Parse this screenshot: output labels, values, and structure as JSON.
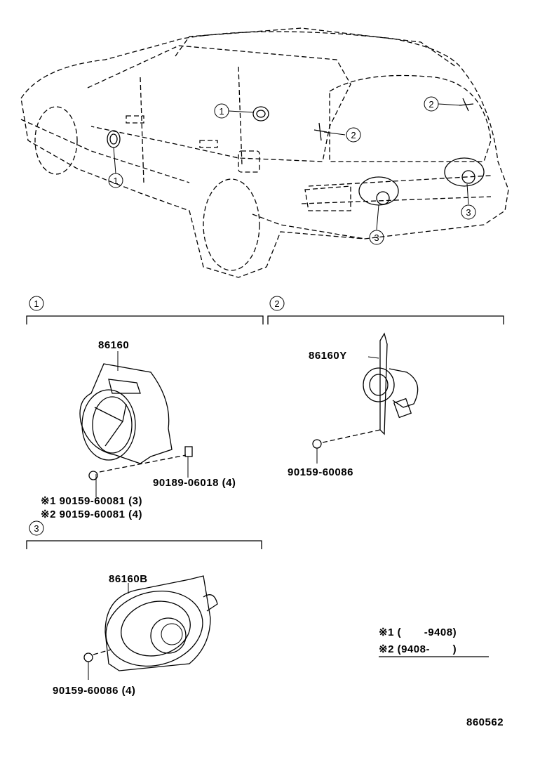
{
  "callouts": {
    "one": "1",
    "two": "2",
    "three": "3"
  },
  "parts": {
    "front_speaker": "86160",
    "tweeter": "86160Y",
    "rear_speaker": "86160B",
    "nut": "90189-06018 (4)",
    "screw_1": "※1 90159-60081 (3)",
    "screw_2": "※2 90159-60081 (4)",
    "screw_tweeter": "90159-60086",
    "screw_rear": "90159-60086 (4)"
  },
  "legend": {
    "note1": "※1 (       -9408)",
    "note2": "※2 (9408-       )"
  },
  "diagram_id": "860562"
}
